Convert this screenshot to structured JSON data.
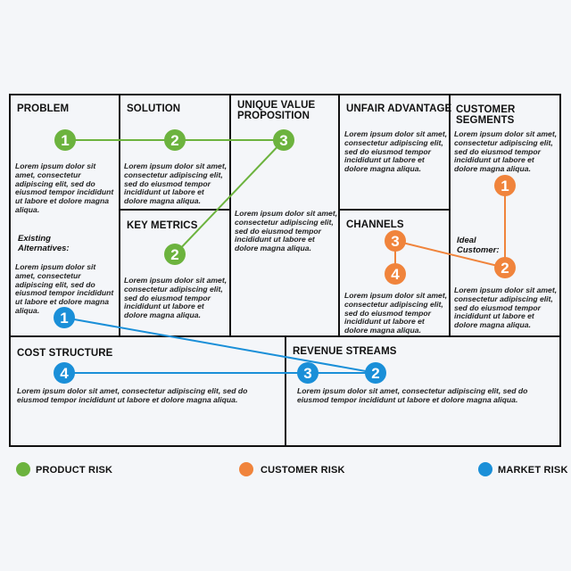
{
  "colors": {
    "product": "#6cb33e",
    "customer": "#f0843c",
    "market": "#1a8fd8",
    "border": "#111111",
    "background": "#f4f6f9"
  },
  "lorem_short": "Lorem ipsum dolor sit amet, consectetur adipiscing elit, sed do eiusmod tempor incididunt ut labore et dolore magna aliqua.",
  "lorem_wide": "Lorem ipsum dolor sit amet, consectetur adipiscing elit, sed do eiusmod tempor incididunt ut labore et dolore magna aliqua.",
  "blocks": {
    "problem": {
      "title": "PROBLEM",
      "subtitle": "Existing Alternatives:"
    },
    "solution": {
      "title": "SOLUTION"
    },
    "key_metrics": {
      "title": "KEY METRICS"
    },
    "uvp": {
      "title": "UNIQUE VALUE PROPOSITION"
    },
    "unfair_advantage": {
      "title": "UNFAIR ADVANTAGE"
    },
    "channels": {
      "title": "CHANNELS"
    },
    "customer_segments": {
      "title": "CUSTOMER SEGMENTS",
      "subtitle": "Ideal Customer:"
    },
    "cost_structure": {
      "title": "COST STRUCTURE"
    },
    "revenue_streams": {
      "title": "REVENUE STREAMS"
    }
  },
  "markers": {
    "product": [
      "1",
      "2",
      "3",
      "2"
    ],
    "customer": [
      "1",
      "2",
      "3",
      "4"
    ],
    "market": [
      "1",
      "2",
      "3",
      "4"
    ]
  },
  "legend": {
    "product": "PRODUCT RISK",
    "customer": "CUSTOMER RISK",
    "market": "MARKET RISK"
  }
}
